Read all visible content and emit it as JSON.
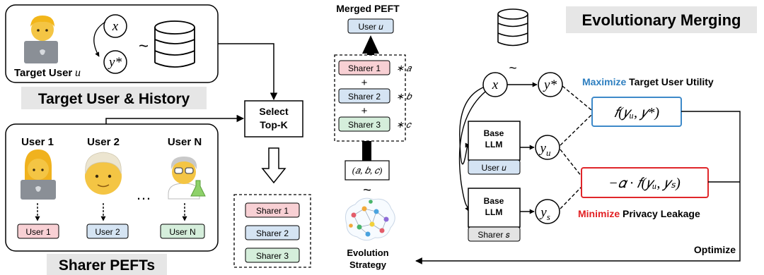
{
  "left": {
    "target_panel": {
      "target_user_label": "Target User",
      "target_user_var": "u",
      "x_symbol": "x",
      "y_star_symbol": "y*",
      "tilde": "~"
    },
    "target_title": "Target User & History",
    "select_topk": [
      "Select",
      "Top-K"
    ],
    "sharer_panel": {
      "user1_label": "User 1",
      "user2_label": "User 2",
      "userN_label": "User N",
      "ellipsis": "…",
      "peft_user1": "User 1",
      "peft_user2": "User 2",
      "peft_userN": "User N"
    },
    "sharer_title": "Sharer PEFTs",
    "selected_sharers": [
      "Sharer 1",
      "Sharer 2",
      "Sharer 3"
    ]
  },
  "middle": {
    "merged_title": "Merged PEFT",
    "merged_user": "User 𝑢",
    "sharers": [
      "Sharer 1",
      "Sharer 2",
      "Sharer 3"
    ],
    "coefs": [
      "∗ 𝑎",
      "∗ 𝑏",
      "∗ 𝑐"
    ],
    "plus": "+",
    "tuple": "(𝑎, 𝑏, 𝑐)",
    "tilde": "~",
    "evolution_strategy": [
      "Evolution",
      "Strategy"
    ]
  },
  "right": {
    "title": "Evolutionary Merging",
    "tilde": "~",
    "x_symbol": "x",
    "y_star_symbol": "y*",
    "maximize": {
      "kw": "Maximize",
      "rest": " Target User Utility"
    },
    "utility_formula": "𝑓(𝑦ᵤ, 𝑦*)",
    "base_llm": [
      "Base",
      "LLM"
    ],
    "base_user_label": "User 𝑢",
    "yu_symbol": "yu",
    "leak_formula": "−𝛼 · 𝑓(𝑦ᵤ, 𝑦ₛ)",
    "ys_symbol": "ys",
    "base_sharer_label": "Sharer 𝑠",
    "minimize": {
      "kw": "Minimize",
      "rest": " Privacy Leakage"
    },
    "optimize": "Optimize"
  },
  "colors": {
    "pink": "#f8d0d4",
    "blue": "#d5e4f3",
    "green": "#d5eedb",
    "panel_title_bg": "#e6e6e6",
    "maximize": "#2e7fc0",
    "minimize": "#e22124",
    "utility_border": "#3d89c9",
    "leak_border": "#e0262a",
    "user_box_fill": "#d4e3f3",
    "sharer_s_fill": "#e3e3e3"
  }
}
